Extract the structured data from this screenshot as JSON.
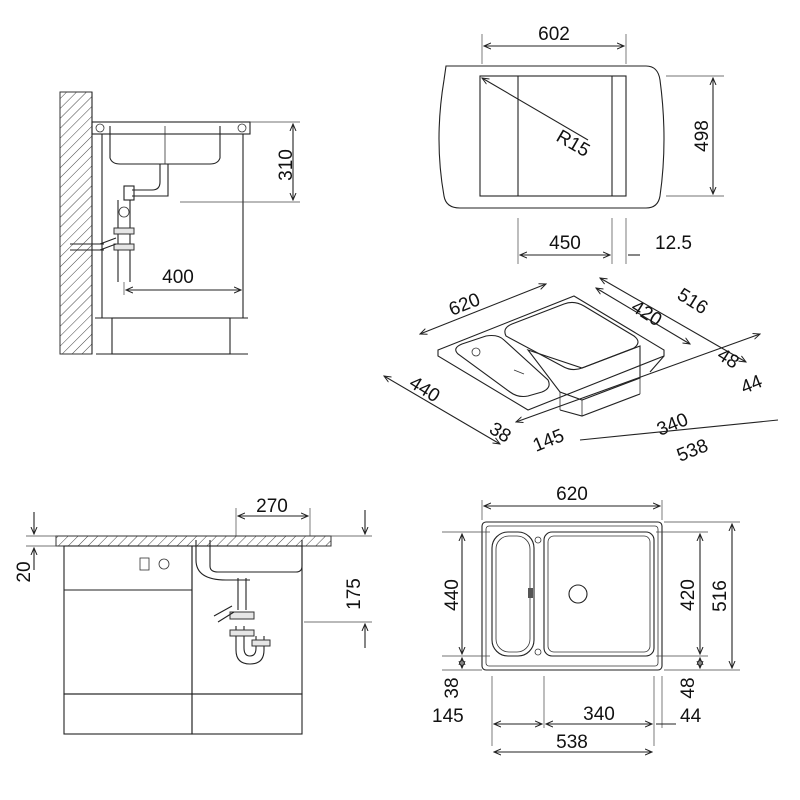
{
  "side_view": {
    "height": "310",
    "depth": "400"
  },
  "top_outline": {
    "width": "602",
    "height": "498",
    "radius": "R15",
    "bowl_width": "450",
    "offset": "12.5"
  },
  "iso_view": {
    "total_width": "620",
    "total_depth": "516",
    "bowl_width": "420",
    "rear": "48",
    "drainer_depth": "440",
    "front": "38",
    "left": "145",
    "bowl": "340",
    "right": "44",
    "bowl_total": "538"
  },
  "front_view": {
    "width": "270",
    "thickness": "20",
    "depth": "175"
  },
  "plan_view": {
    "width": "620",
    "drainer_depth": "440",
    "bowl_depth": "420",
    "total_depth": "516",
    "front": "38",
    "rear": "48",
    "left": "145",
    "bowl": "340",
    "right": "44",
    "bowl_total": "538"
  }
}
